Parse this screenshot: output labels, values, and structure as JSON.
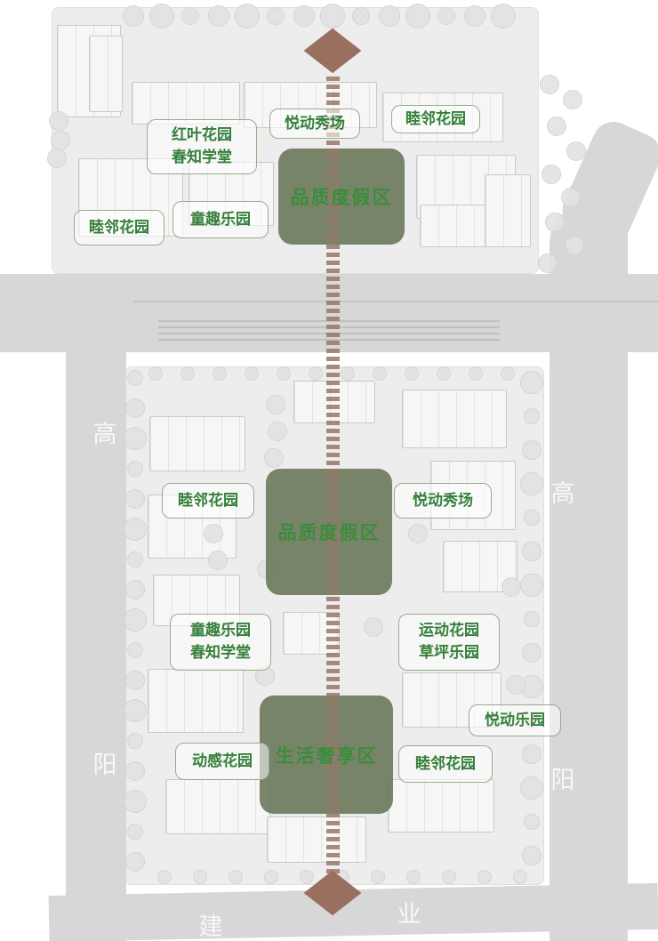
{
  "road_labels": {
    "west_upper": "高",
    "west_lower": "阳",
    "east_upper": "高",
    "east_lower": "阳",
    "south_left": "建",
    "south_right": "业"
  },
  "north_parcel": {
    "show_stage": "悦动秀场",
    "neighbor_garden_ne": "睦邻花园",
    "redleaf_garden": "红叶花园",
    "spring_school": "春知学堂",
    "quality_resort_zone": "品质度假区",
    "neighbor_garden_w": "睦邻花园",
    "kids_park": "童趣乐园"
  },
  "south_parcel": {
    "neighbor_garden_nw": "睦邻花园",
    "quality_resort_zone": "品质度假区",
    "show_stage": "悦动秀场",
    "kids_park": "童趣乐园",
    "spring_school": "春知学堂",
    "sports_garden": "运动花园",
    "lawn_park": "草坪乐园",
    "luxury_life_zone": "生活奢享区",
    "joy_park": "悦动乐园",
    "dynamic_garden": "动感花园",
    "neighbor_garden_s": "睦邻花园"
  },
  "colors": {
    "major_zone_fill": "#687557",
    "major_zone_text_green": "#3c8c3c",
    "label_text_green": "#35803a",
    "label_border_green": "#9aab89",
    "axis_brown": "#99705f",
    "road_gray": "#d7d7d7",
    "road_label_white": "#f8f8f8"
  }
}
